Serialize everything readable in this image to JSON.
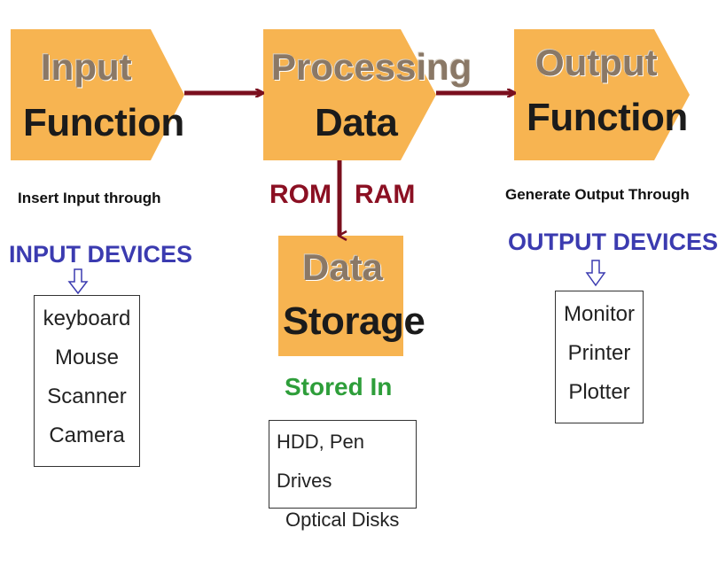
{
  "input_box": {
    "line1": "Input",
    "line2": "Function",
    "fill": "#f7b451"
  },
  "processing_box": {
    "line1": "Processing",
    "line2": "Data",
    "fill": "#f7b451"
  },
  "output_box": {
    "line1": "Output",
    "line2": "Function",
    "fill": "#f7b451"
  },
  "storage_box": {
    "line1": "Data",
    "line2": "Storage",
    "fill": "#f7b451"
  },
  "input_caption": "Insert Input through",
  "output_caption": "Generate Output Through",
  "input_devices_heading": "INPUT DEVICES",
  "output_devices_heading": "OUTPUT DEVICES",
  "rom_label": "ROM",
  "ram_label": "RAM",
  "stored_in_label": "Stored In",
  "input_devices": [
    "keyboard",
    "Mouse",
    "Scanner",
    "Camera"
  ],
  "output_devices": [
    "Monitor",
    "Printer",
    "Plotter"
  ],
  "storage_media": [
    "HDD, Pen Drives",
    "Optical Disks"
  ],
  "colors": {
    "arrow": "#7a0f1e",
    "heading_blue": "#3b3bb0",
    "stored_green": "#2e9e3a",
    "ram_rom_red": "#8b1023"
  }
}
